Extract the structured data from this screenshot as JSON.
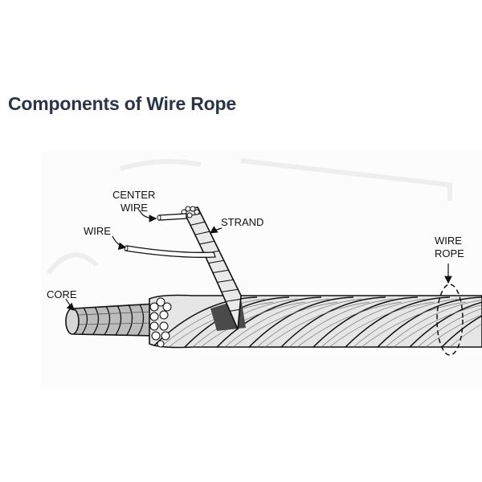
{
  "title": "Components of Wire Rope",
  "labels": {
    "center_wire_1": "CENTER",
    "center_wire_2": "WIRE",
    "strand": "STRAND",
    "wire": "WIRE",
    "wire_rope_1": "WIRE",
    "wire_rope_2": "ROPE",
    "core": "CORE"
  }
}
